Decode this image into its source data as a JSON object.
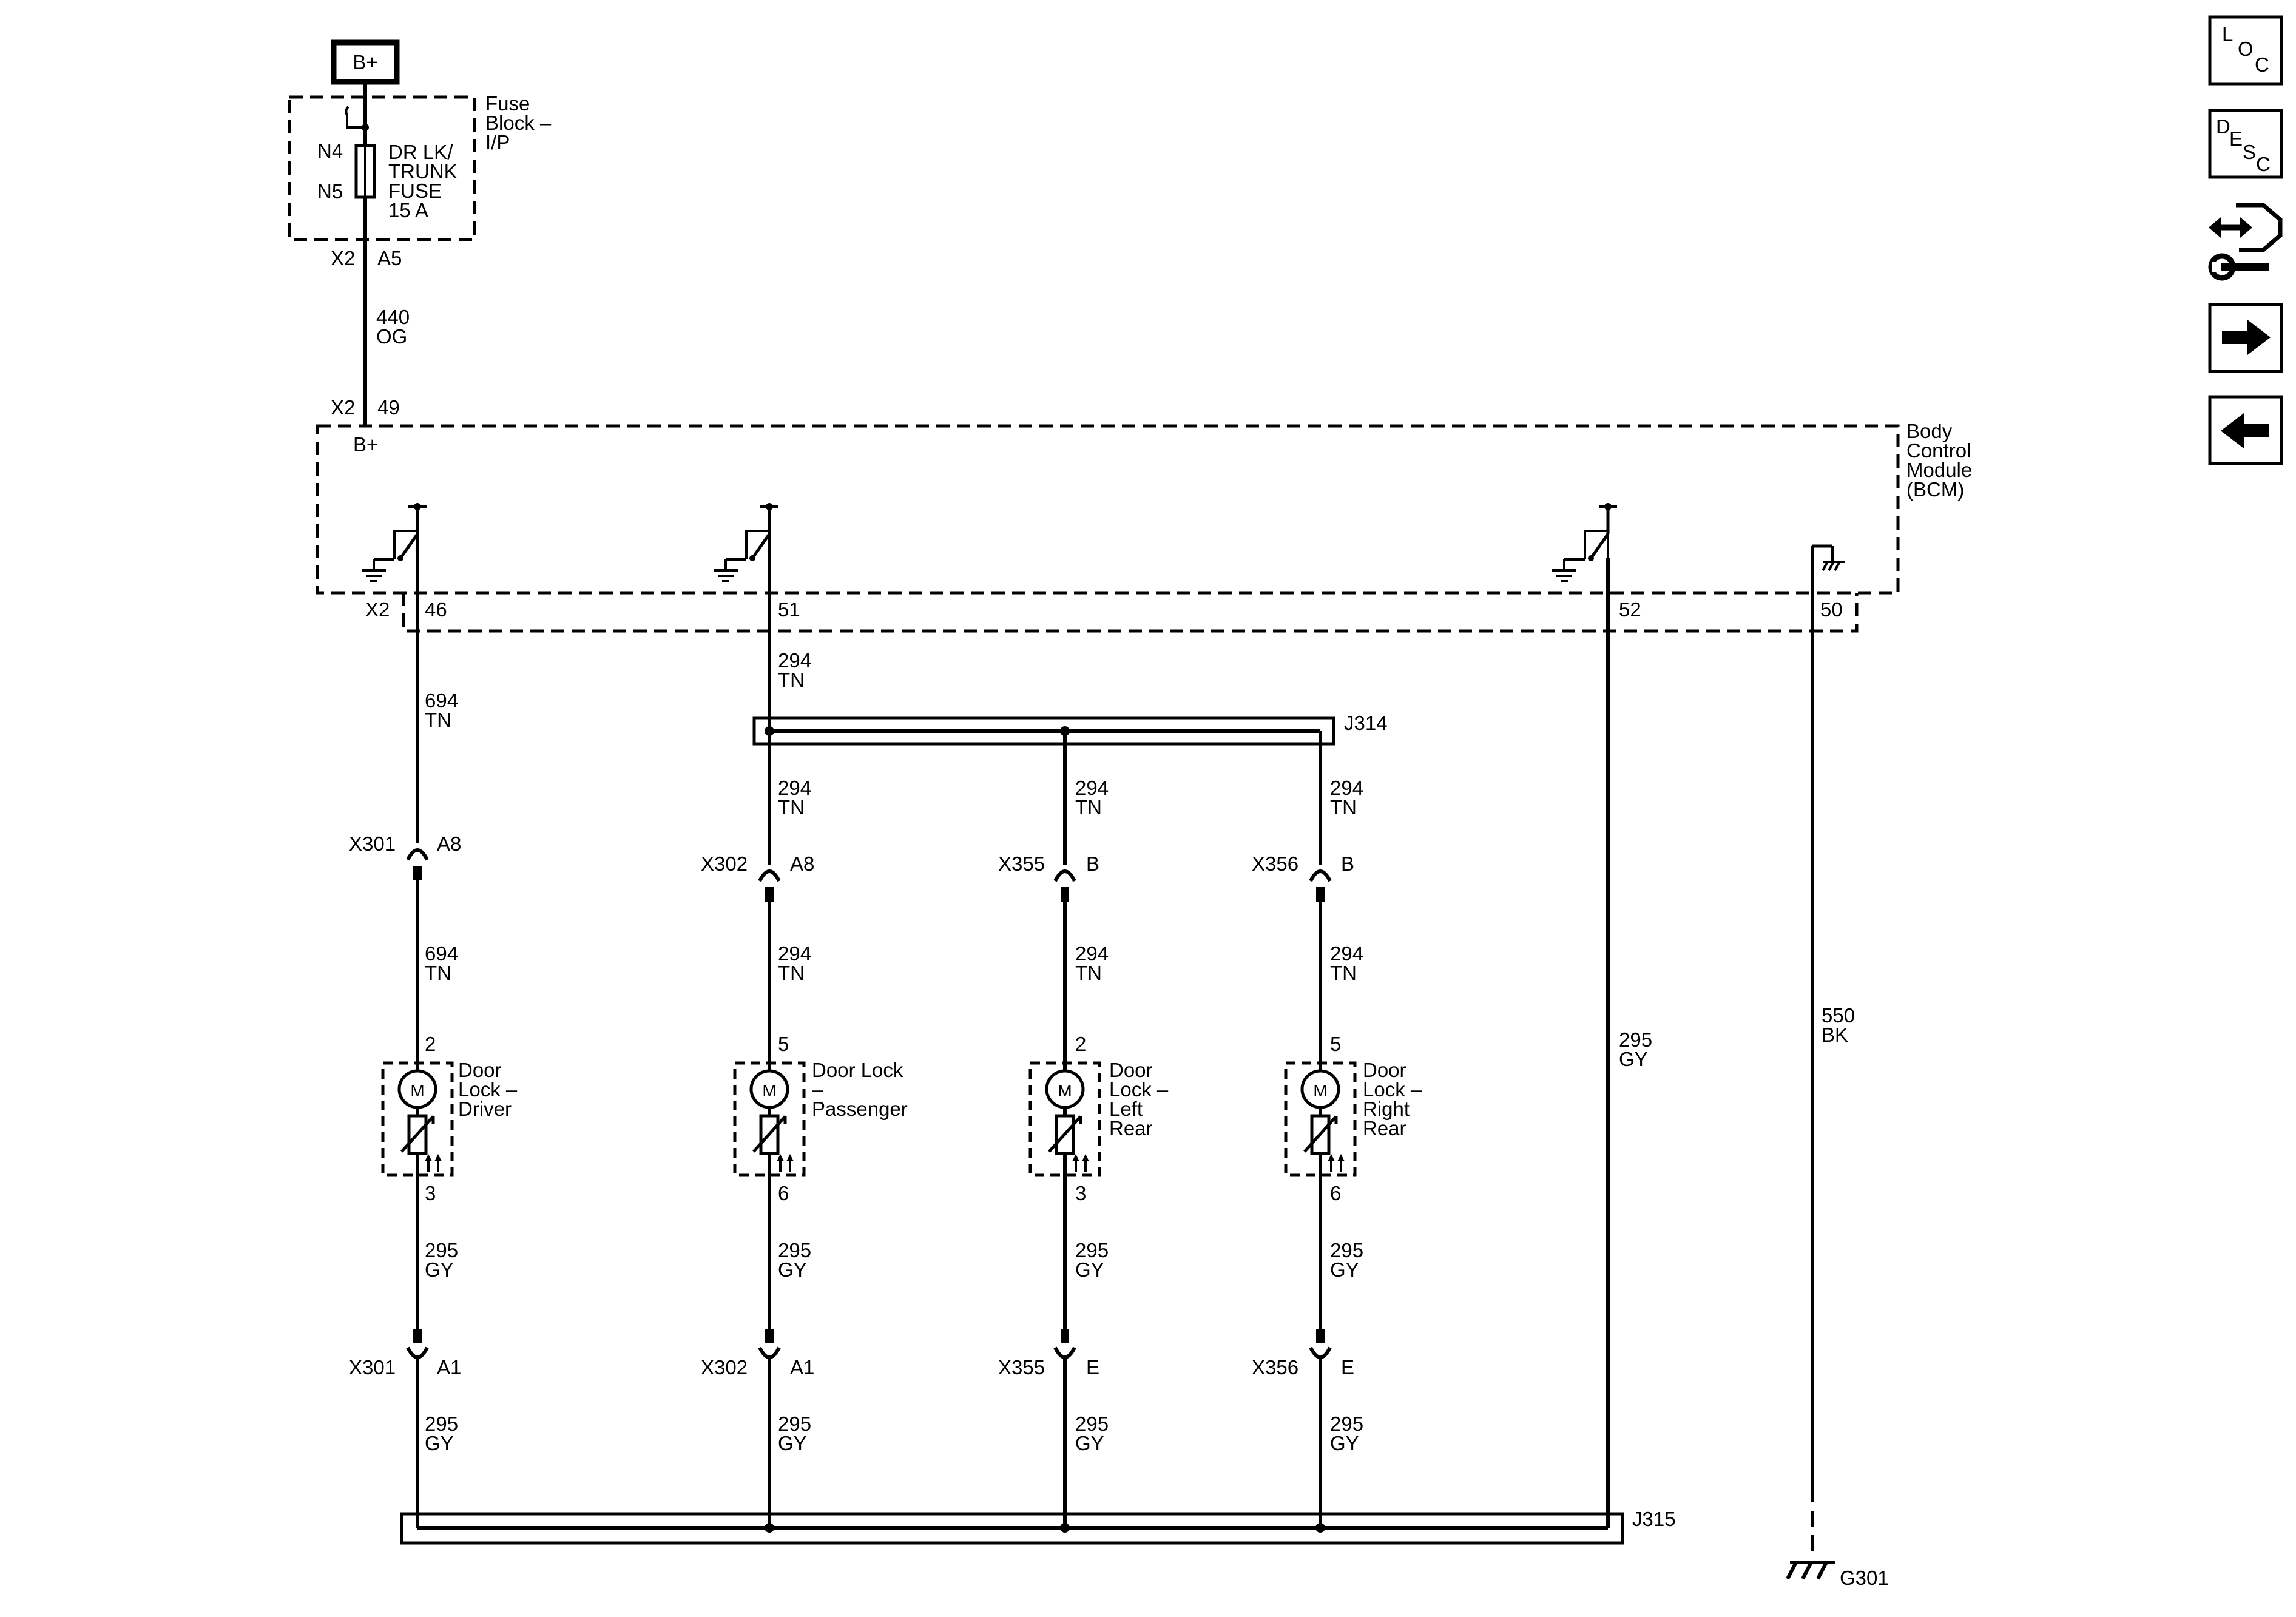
{
  "nav": {
    "loc": {
      "l1": "L",
      "l2": "O",
      "l3": "C"
    },
    "desc": {
      "l1": "D",
      "l2": "E",
      "l3": "S",
      "l4": "C"
    }
  },
  "power": {
    "source": "B+",
    "fuse_block": {
      "l1": "Fuse",
      "l2": "Block –",
      "l3": "I/P"
    },
    "pin_n4": "N4",
    "pin_n5": "N5",
    "fuse": {
      "l1": "DR LK/",
      "l2": "TRUNK",
      "l3": "FUSE",
      "l4": "15 A"
    },
    "conn_x2": "X2",
    "pin_a5": "A5",
    "wire": {
      "circuit": "440",
      "color": "OG"
    },
    "bcm_conn": "X2",
    "bcm_pin": "49",
    "bcm_input": "B+"
  },
  "bcm": {
    "l1": "Body",
    "l2": "Control",
    "l3": "Module",
    "l4": "(BCM)",
    "conn": "X2",
    "pins": {
      "driver": "46",
      "unlock": "51",
      "lock": "52",
      "ground": "50"
    }
  },
  "splices": {
    "j314": "J314",
    "j315": "J315"
  },
  "ground": {
    "wire": {
      "circuit": "550",
      "color": "BK"
    },
    "label": "G301"
  },
  "lock_return": {
    "circuit": "295",
    "color": "GY"
  },
  "branches": {
    "driver": {
      "wire_a": {
        "circuit": "694",
        "color": "TN"
      },
      "conn_top": {
        "name": "X301",
        "pin": "A8"
      },
      "wire_b": {
        "circuit": "694",
        "color": "TN"
      },
      "pin_top": "2",
      "motor": "M",
      "label": {
        "l1": "Door",
        "l2": "Lock –",
        "l3": "Driver"
      },
      "pin_bottom": "3",
      "wire_c": {
        "circuit": "295",
        "color": "GY"
      },
      "conn_bottom": {
        "name": "X301",
        "pin": "A1"
      },
      "wire_d": {
        "circuit": "295",
        "color": "GY"
      }
    },
    "passenger": {
      "wire_top": {
        "circuit": "294",
        "color": "TN"
      },
      "wire_a": {
        "circuit": "294",
        "color": "TN"
      },
      "conn_top": {
        "name": "X302",
        "pin": "A8"
      },
      "wire_b": {
        "circuit": "294",
        "color": "TN"
      },
      "pin_top": "5",
      "motor": "M",
      "label": {
        "l1": "Door Lock",
        "l2": "–",
        "l3": "Passenger"
      },
      "pin_bottom": "6",
      "wire_c": {
        "circuit": "295",
        "color": "GY"
      },
      "conn_bottom": {
        "name": "X302",
        "pin": "A1"
      },
      "wire_d": {
        "circuit": "295",
        "color": "GY"
      }
    },
    "left_rear": {
      "wire_a": {
        "circuit": "294",
        "color": "TN"
      },
      "conn_top": {
        "name": "X355",
        "pin": "B"
      },
      "wire_b": {
        "circuit": "294",
        "color": "TN"
      },
      "pin_top": "2",
      "motor": "M",
      "label": {
        "l1": "Door",
        "l2": "Lock –",
        "l3": "Left",
        "l4": "Rear"
      },
      "pin_bottom": "3",
      "wire_c": {
        "circuit": "295",
        "color": "GY"
      },
      "conn_bottom": {
        "name": "X355",
        "pin": "E"
      },
      "wire_d": {
        "circuit": "295",
        "color": "GY"
      }
    },
    "right_rear": {
      "wire_a": {
        "circuit": "294",
        "color": "TN"
      },
      "conn_top": {
        "name": "X356",
        "pin": "B"
      },
      "wire_b": {
        "circuit": "294",
        "color": "TN"
      },
      "pin_top": "5",
      "motor": "M",
      "label": {
        "l1": "Door",
        "l2": "Lock –",
        "l3": "Right",
        "l4": "Rear"
      },
      "pin_bottom": "6",
      "wire_c": {
        "circuit": "295",
        "color": "GY"
      },
      "conn_bottom": {
        "name": "X356",
        "pin": "E"
      },
      "wire_d": {
        "circuit": "295",
        "color": "GY"
      }
    }
  }
}
